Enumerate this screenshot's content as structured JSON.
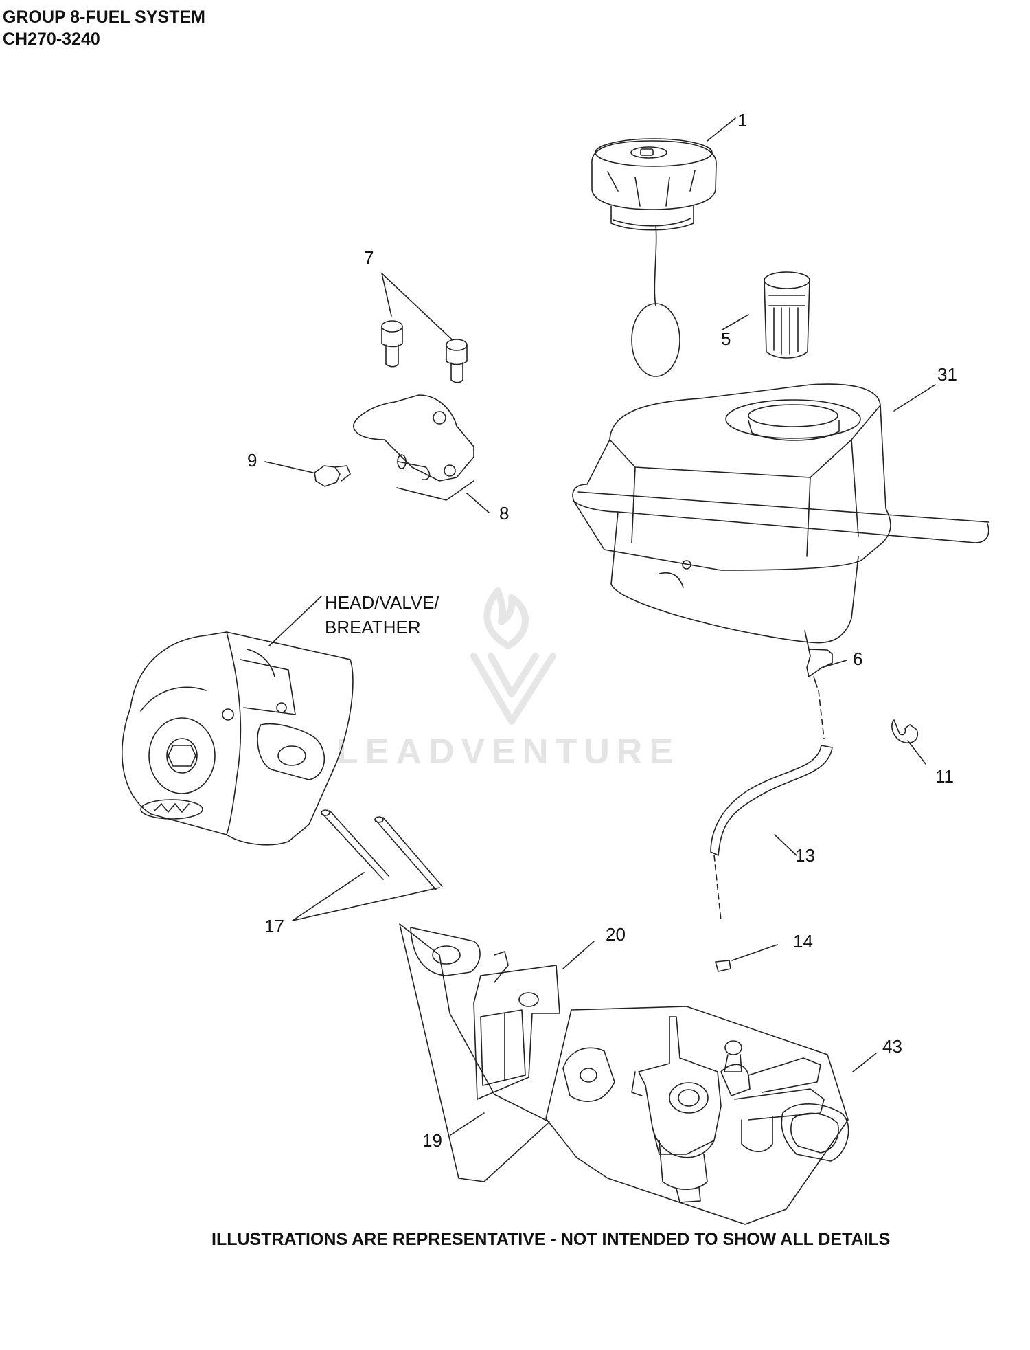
{
  "header": {
    "line1": "GROUP 8-FUEL SYSTEM",
    "line2": "CH270-3240"
  },
  "footer": "ILLUSTRATIONS ARE REPRESENTATIVE - NOT INTENDED TO SHOW ALL DETAILS",
  "watermark": "LEADVENTURE",
  "callouts": {
    "c1": "1",
    "c5": "5",
    "c6": "6",
    "c7": "7",
    "c8": "8",
    "c9": "9",
    "c11": "11",
    "c13": "13",
    "c14": "14",
    "c17": "17",
    "c19": "19",
    "c20": "20",
    "c31": "31",
    "c43": "43",
    "head_line1": "HEAD/VALVE/",
    "head_line2": "BREATHER"
  }
}
